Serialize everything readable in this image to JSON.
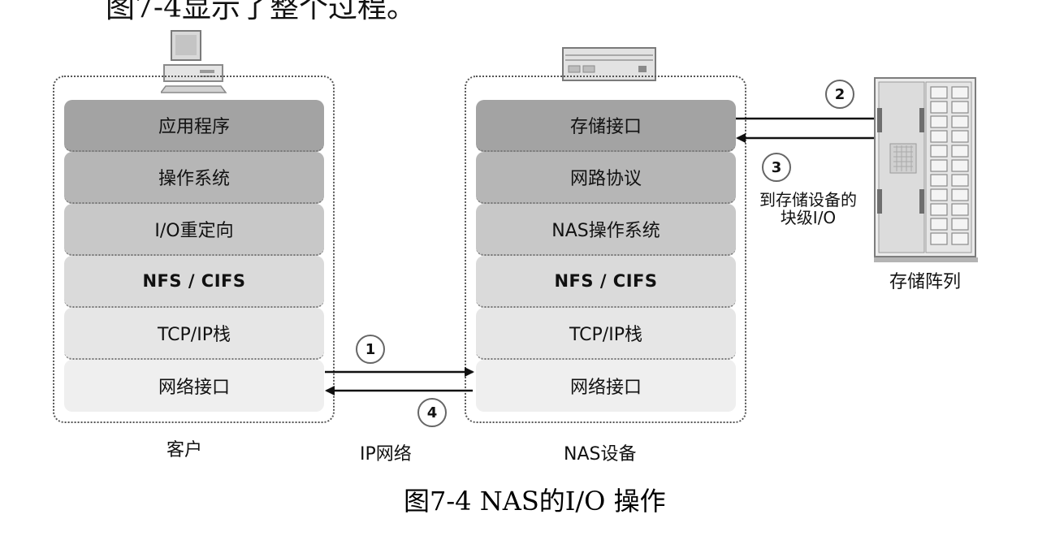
{
  "header_text": "图7-4显示了整个过程。",
  "client": {
    "label": "客户",
    "layers": [
      {
        "label": "应用程序",
        "fill": "#a3a3a3"
      },
      {
        "label": "操作系统",
        "fill": "#b6b6b6"
      },
      {
        "label": "I/O重定向",
        "fill": "#c8c8c8"
      },
      {
        "label": "NFS / CIFS",
        "fill": "#dadada"
      },
      {
        "label": "TCP/IP栈",
        "fill": "#e6e6e6"
      },
      {
        "label": "网络接口",
        "fill": "#efefef"
      }
    ]
  },
  "nas": {
    "label": "NAS设备",
    "layers": [
      {
        "label": "存储接口",
        "fill": "#a3a3a3"
      },
      {
        "label": "网路协议",
        "fill": "#b6b6b6"
      },
      {
        "label": "NAS操作系统",
        "fill": "#c8c8c8"
      },
      {
        "label": "NFS / CIFS",
        "fill": "#dadada"
      },
      {
        "label": "TCP/IP栈",
        "fill": "#e6e6e6"
      },
      {
        "label": "网络接口",
        "fill": "#efefef"
      }
    ]
  },
  "network_label": "IP网络",
  "storage_label": "存储阵列",
  "block_io_note": [
    "到存储设备的",
    "块级I/O"
  ],
  "steps": [
    "1",
    "2",
    "3",
    "4"
  ],
  "figure_caption": "图7-4 NAS的I/O 操作",
  "icons": [
    "desktop-computer-icon",
    "nas-appliance-icon",
    "storage-array-icon"
  ]
}
